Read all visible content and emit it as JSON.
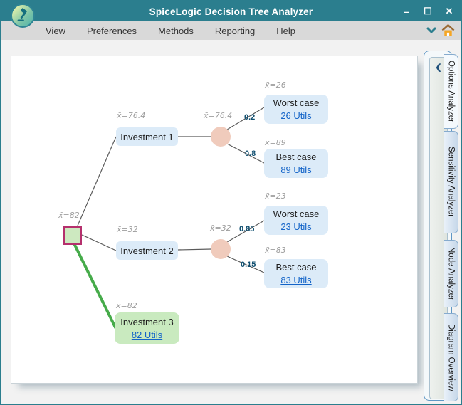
{
  "window": {
    "title": "SpiceLogic Decision Tree Analyzer",
    "controls": {
      "minimize": "–",
      "maximize": "☐",
      "close": "✕"
    }
  },
  "menu": {
    "items": [
      "View",
      "Preferences",
      "Methods",
      "Reporting",
      "Help"
    ]
  },
  "icons": {
    "logo": "gavel",
    "menu_chevron": "chevron-down",
    "home": "home",
    "collapse": "❮"
  },
  "tree": {
    "root_ev": "x̄=82",
    "inv1": {
      "ev": "x̄=76.4",
      "label": "Investment 1"
    },
    "chance1_ev": "x̄=76.4",
    "p1a": "0.2",
    "p1b": "0.8",
    "wc1": {
      "ev": "x̄=26",
      "title": "Worst case",
      "util": "26 Utils"
    },
    "bc1": {
      "ev": "x̄=89",
      "title": "Best case",
      "util": "89 Utils"
    },
    "inv2": {
      "ev": "x̄=32",
      "label": "Investment 2"
    },
    "chance2_ev": "x̄=32",
    "p2a": "0.85",
    "p2b": "0.15",
    "wc2": {
      "ev": "x̄=23",
      "title": "Worst case",
      "util": "23 Utils"
    },
    "bc2": {
      "ev": "x̄=83",
      "title": "Best case",
      "util": "83 Utils"
    },
    "inv3": {
      "ev": "x̄=82",
      "label": "Investment 3",
      "util": "82 Utils"
    }
  },
  "sidebar": {
    "tabs": [
      {
        "label": "Options Analyzer",
        "active": true
      },
      {
        "label": "Sensitivity Analyzer",
        "active": false
      },
      {
        "label": "Node Analyzer",
        "active": false
      },
      {
        "label": "Diagram Overview",
        "active": false
      }
    ]
  },
  "colors": {
    "titlebar_teal": "#2b7e8e",
    "node_blue": "#dcebf8",
    "node_green": "#c9eabf",
    "chance_salmon": "#f0cbbc",
    "root_border": "#b5306d",
    "root_fill": "#cde9c0",
    "edge_green": "#46ab4a",
    "link_blue": "#1464c8",
    "home_orange": "#f5a623"
  }
}
